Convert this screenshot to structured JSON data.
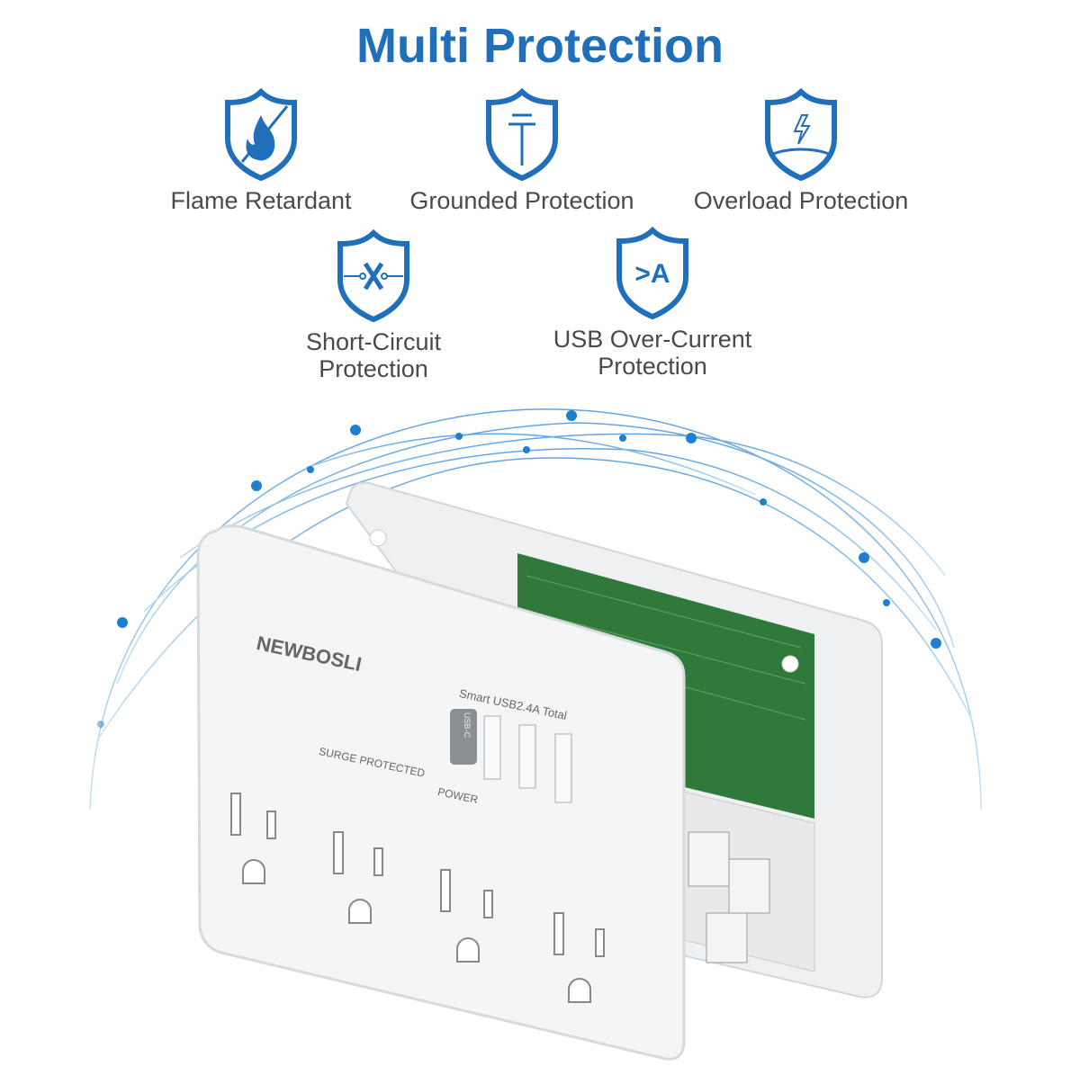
{
  "title": "Multi Protection",
  "colors": {
    "accent": "#1f6fba",
    "text": "#4a4a4a",
    "dome": "#5aa6e0",
    "pcb": "#2f7a3a"
  },
  "features": [
    {
      "icon": "shield-flame-icon",
      "label": "Flame Retardant"
    },
    {
      "icon": "shield-ground-icon",
      "label": "Grounded Protection"
    },
    {
      "icon": "shield-lightning-icon",
      "label": "Overload Protection"
    },
    {
      "icon": "shield-short-circuit-icon",
      "label_line1": "Short-Circuit",
      "label_line2": "Protection"
    },
    {
      "icon": "shield-over-current-icon",
      "label_line1": "USB Over-Current",
      "label_line2": "Protection",
      "glyph": ">A"
    }
  ],
  "product": {
    "brand": "NEWBOSLI",
    "usb_label": "Smart USB2.4A Total",
    "usb_c_label": "USB-C",
    "surge_label": "SURGE PROTECTED",
    "power_label": "POWER",
    "outlet_count": 4,
    "usb_a_count": 3
  }
}
